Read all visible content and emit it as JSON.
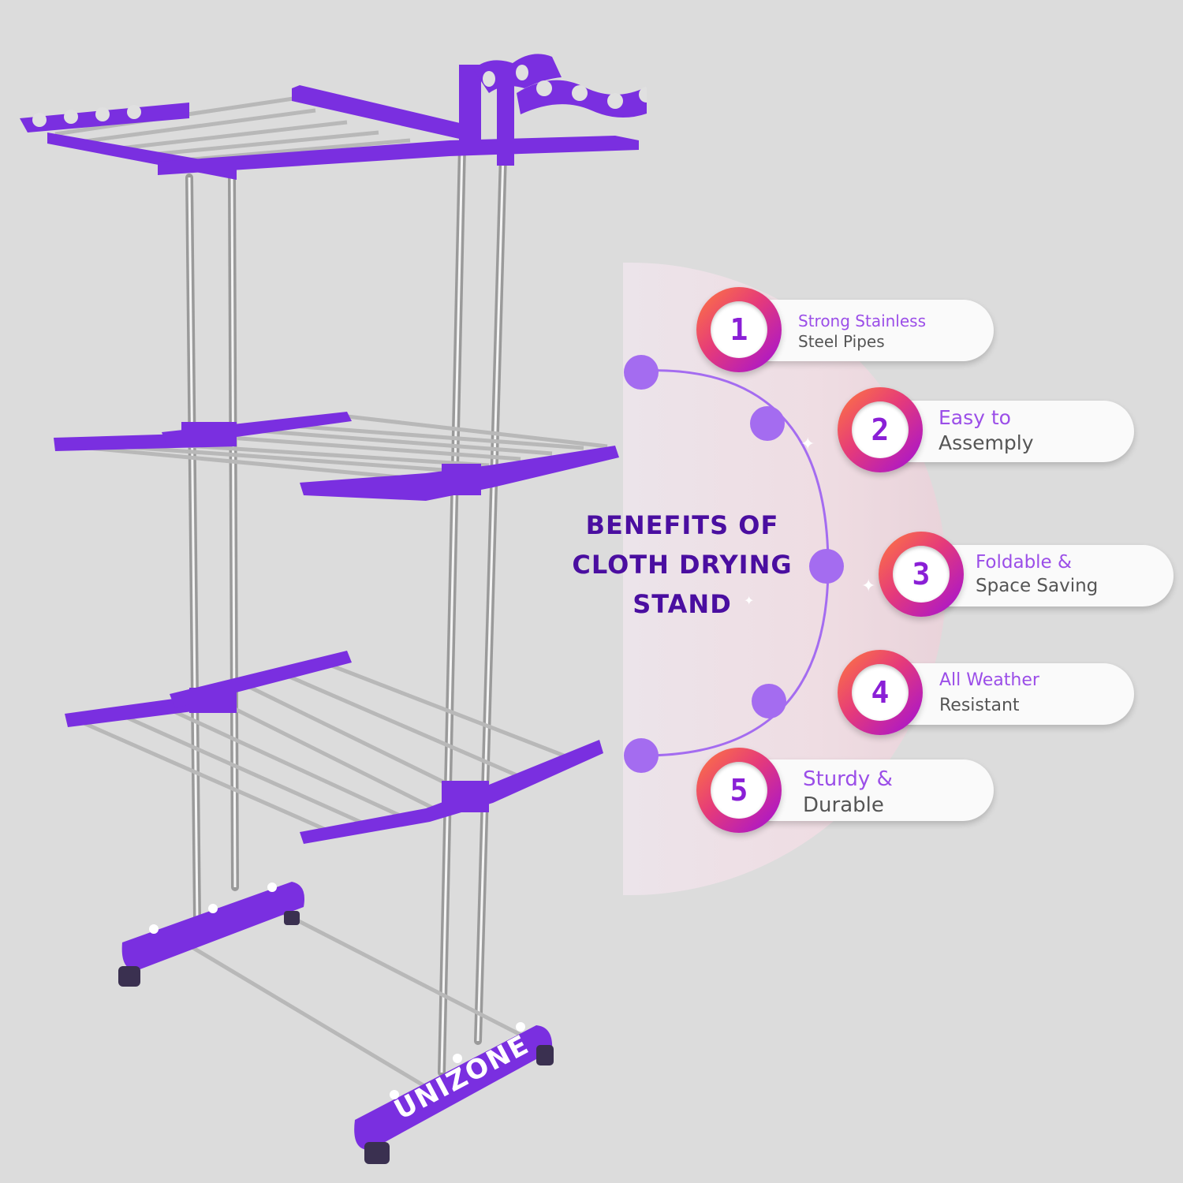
{
  "heading": {
    "line1": "BENEFITS OF",
    "line2": "CLOTH DRYING",
    "line3": "STAND"
  },
  "brand": "UNIZONE",
  "benefits": [
    {
      "number": "1",
      "line1": "Strong Stainless",
      "line2": "Steel Pipes"
    },
    {
      "number": "2",
      "line1": "Easy to",
      "line2": "Assemply"
    },
    {
      "number": "3",
      "line1": "Foldable &",
      "line2": "Space Saving"
    },
    {
      "number": "4",
      "line1": "All Weather",
      "line2": "Resistant"
    },
    {
      "number": "5",
      "line1": "Sturdy &",
      "line2": "Durable"
    }
  ],
  "colors": {
    "background": "#dcdcdc",
    "accent_purple": "#7a2fe0",
    "heading": "#4a0ea0",
    "badge_gradient": [
      "#ff7a3d",
      "#e53a7a",
      "#a010d8"
    ]
  }
}
